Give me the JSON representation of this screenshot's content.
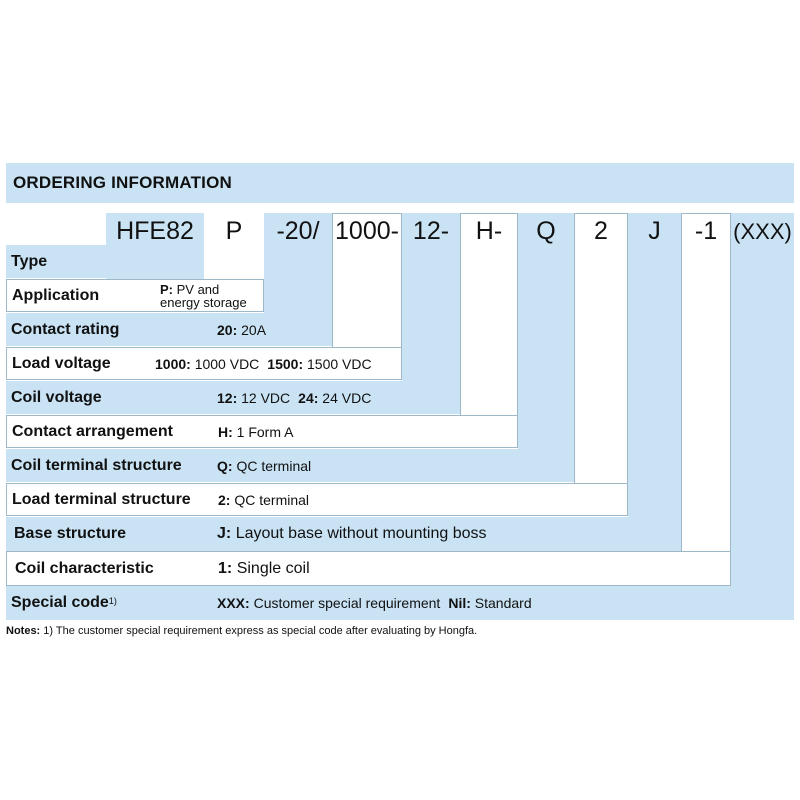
{
  "header": {
    "title": "ORDERING INFORMATION"
  },
  "codes": [
    "HFE82",
    "P",
    "-20/",
    "1000-",
    "12-",
    "H-",
    "Q",
    "2",
    "J",
    "-1",
    "(XXX)"
  ],
  "rows": [
    {
      "label": "Type",
      "options": []
    },
    {
      "label": "Application",
      "options": [
        {
          "code": "P:",
          "text_line1": "PV and",
          "text_line2": "energy storage"
        }
      ]
    },
    {
      "label": "Contact rating",
      "options": [
        {
          "code": "20:",
          "text": "20A"
        }
      ]
    },
    {
      "label": "Load voltage",
      "options": [
        {
          "code": "1000:",
          "text": "1000 VDC"
        },
        {
          "code": "1500:",
          "text": "1500 VDC"
        }
      ]
    },
    {
      "label": "Coil voltage",
      "options": [
        {
          "code": "12:",
          "text": "12 VDC"
        },
        {
          "code": "24:",
          "text": "24 VDC"
        }
      ]
    },
    {
      "label": "Contact arrangement",
      "options": [
        {
          "code": "H:",
          "text": "1 Form A"
        }
      ]
    },
    {
      "label": "Coil terminal structure",
      "options": [
        {
          "code": "Q:",
          "text": "QC terminal"
        }
      ]
    },
    {
      "label": "Load terminal structure",
      "options": [
        {
          "code": "2:",
          "text": "QC terminal"
        }
      ]
    },
    {
      "label": "Base structure",
      "options": [
        {
          "code": "J:",
          "text": "Layout base without mounting boss"
        }
      ]
    },
    {
      "label": "Coil characteristic",
      "options": [
        {
          "code": "1:",
          "text": "Single coil"
        }
      ]
    },
    {
      "label": "Special code",
      "label_sup": "1)",
      "options": [
        {
          "code": "XXX:",
          "text": "Customer special requirement"
        },
        {
          "code": "Nil:",
          "text": "Standard"
        }
      ]
    }
  ],
  "notes": {
    "label": "Notes:",
    "text": "1) The customer special requirement express as special code after evaluating by Hongfa."
  },
  "colors": {
    "band_blue": "#c9e3f5",
    "outline": "#9fb8c8"
  }
}
